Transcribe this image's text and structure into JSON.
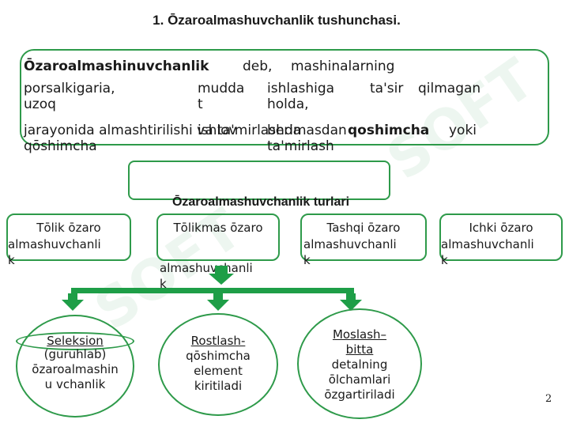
{
  "slide": {
    "title": "1. Ōzaroalmashuvchanlik tushunchasi.",
    "page_number": "2"
  },
  "definition": {
    "term": "Ōzaroalmashinuvchanlik",
    "w_deb": "deb,",
    "w_mashinalarning": "mashinalarning",
    "w_porsalkigaria": "porsalkigaria,",
    "w_mudda": "mudda",
    "w_t": "t",
    "w_ishlashiga": "ishlashiga",
    "w_tasir": "ta'sir",
    "w_qilmagan": "qilmagan",
    "w_uzoq": "uzoq",
    "w_holda": "holda,",
    "w_jarayonida": "jarayonida almashtirilishi va ta'mirlashda",
    "w_ishlov": "ishlov",
    "w_berimasdan": "berimasdan",
    "w_qoshimcha_bold": "qoshimcha",
    "w_yoki": "yoki",
    "w_qoshimcha": "qōshimcha",
    "w_tamirlash": "ta'mirlash"
  },
  "subtitle": "Ōzaroalmashuvchanlik turlari",
  "types": [
    {
      "line1": "Tōlik ōzaro",
      "line2": "almashuvchanli",
      "line3": "k"
    },
    {
      "line1": "Tōlikmas ōzaro",
      "line2": "almashuvchanli",
      "line3": "k"
    },
    {
      "line1": "Tashqi ōzaro",
      "line2": "almashuvchanli",
      "line3": "k"
    },
    {
      "line1": "Ichki ōzaro",
      "line2": "almashuvchanli",
      "line3": "k"
    }
  ],
  "methods": [
    {
      "heading": "Seleksion",
      "lines": [
        "(guruhlab)",
        "ōzaroalmashin",
        "u  vchanlik"
      ]
    },
    {
      "heading": "Rostlash-",
      "lines": [
        "qōshimcha",
        "element",
        "kiritiladi"
      ]
    },
    {
      "heading": "Moslash–",
      "heading2": "bitta",
      "lines": [
        "detalning",
        "ōlchamlari",
        "ōzgartiriladi"
      ]
    }
  ],
  "watermark": "SOFT",
  "colors": {
    "accent": "#2e9a4a",
    "arrow": "#1e9e47"
  }
}
